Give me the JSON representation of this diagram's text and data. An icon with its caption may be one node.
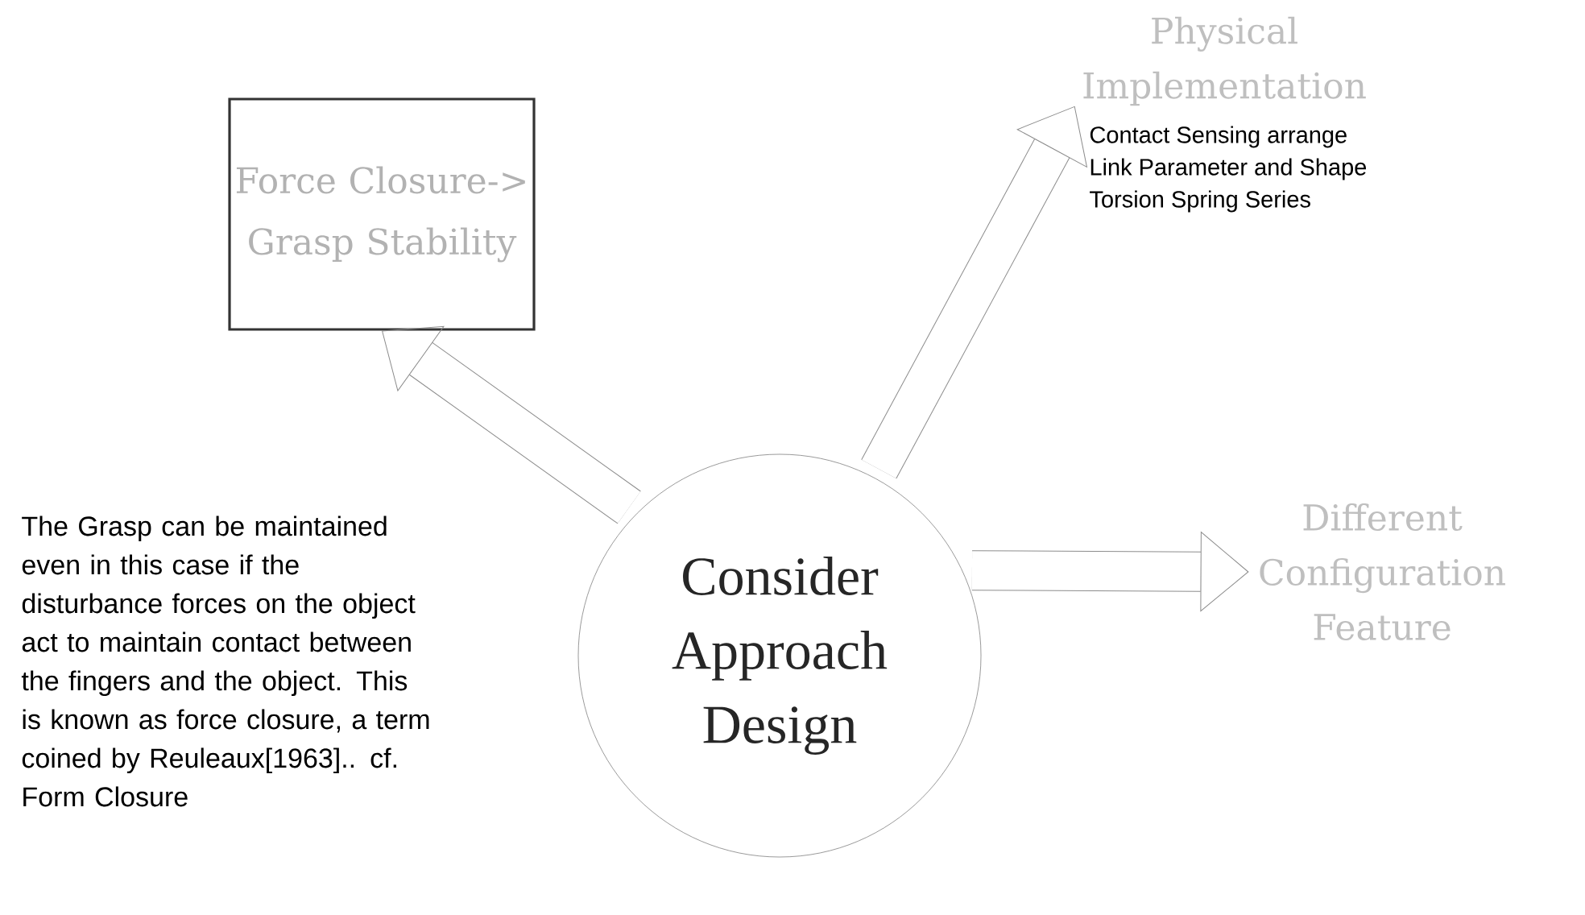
{
  "diagram": {
    "nodes": [
      {
        "text": [
          "Force Closure-> Grasp Stability"
        ]
      },
      {
        "text": [
          "Physical Implementation"
        ],
        "beside": [
          "Contact Sensing arrange",
          "Link Parameter and Shape",
          "Torsion Spring Series"
        ]
      },
      {
        "text": [
          "Consider Approach Design"
        ]
      },
      {
        "text": [
          "Different Configuration Feature"
        ]
      }
    ],
    "edges": [
      {
        "from": 2,
        "to": 0,
        "arrow": "to"
      },
      {
        "from": 2,
        "to": 1,
        "arrow": "to"
      },
      {
        "from": 2,
        "to": 3,
        "arrow": "to"
      }
    ],
    "labels": [
      "The Grasp can be maintained even in this case if the disturbance forces on the object act to maintain contact between the fingers and the object. This is known as force closure, a term coined by Reuleaux[1963].. cf. Form Closure"
    ]
  }
}
